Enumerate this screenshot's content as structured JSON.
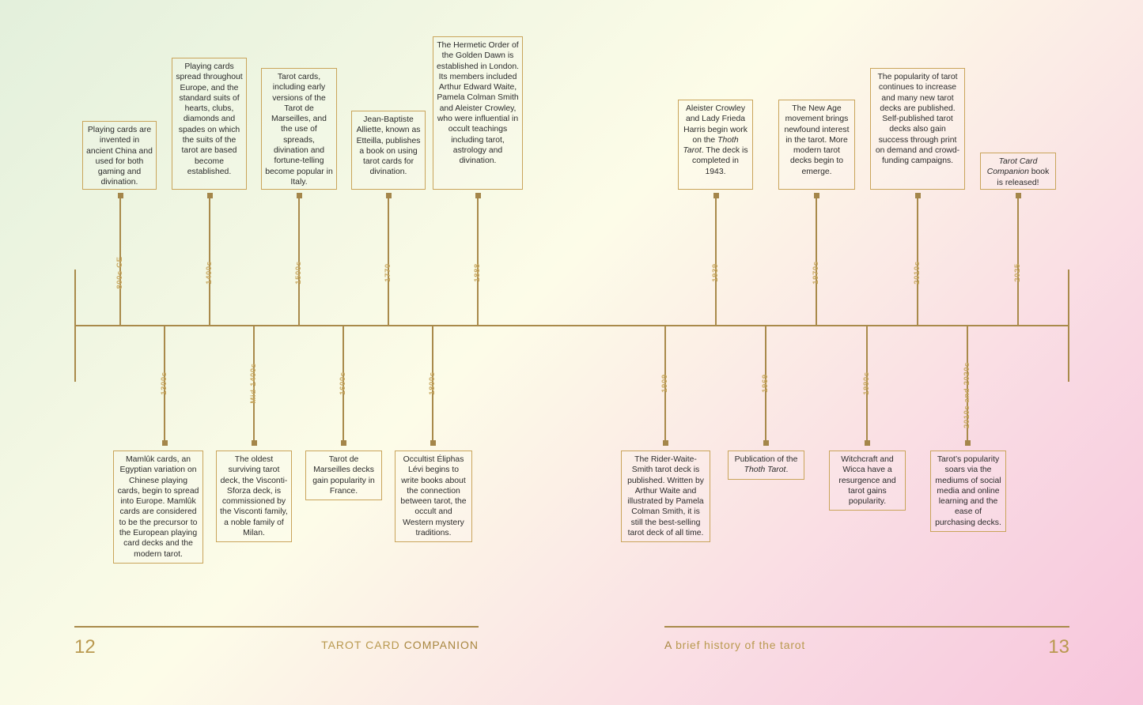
{
  "events_above": [
    {
      "date": "800s CE",
      "text": "Playing cards are invented in ancient China and used for both gaming and divination."
    },
    {
      "date": "1400s",
      "text": "Playing cards spread throughout Europe, and the standard suits of hearts, clubs, diamonds and spades on which the suits of the tarot are based become established."
    },
    {
      "date": "1500s",
      "text": "Tarot cards, including early versions of the Tarot de Marseilles, and the use of spreads, divination and fortune-telling become popular in Italy."
    },
    {
      "date": "1770",
      "text": "Jean-Baptiste Alliette, known as Etteilla, publishes a book on using tarot cards for divination."
    },
    {
      "date": "1888",
      "text": "The Hermetic Order of the Golden Dawn is established in London. Its members included Arthur Edward Waite, Pamela Colman Smith and Aleister Crowley, who were influential in occult teachings including tarot, astrology and divination."
    },
    {
      "date": "1939",
      "text_before": "Aleister Crowley and Lady Frieda Harris begin work on the ",
      "text_em": "Thoth Tarot",
      "text_after": ". The deck is completed in 1943."
    },
    {
      "date": "1970s",
      "text": "The New Age movement brings newfound interest in the tarot. More modern tarot decks begin to emerge."
    },
    {
      "date": "2010s",
      "text": "The popularity of tarot continues to increase and many new tarot decks are published. Self-published tarot decks also gain success through print on demand and crowd-funding campaigns."
    },
    {
      "date": "2025",
      "text_em": "Tarot Card Companion",
      "text_after": " book is released!"
    }
  ],
  "events_below": [
    {
      "date": "1300s",
      "text": "Mamlûk cards, an Egyptian variation on Chinese playing cards, begin to spread into Europe. Mamlûk cards are considered to be the precursor to the European playing card decks and the modern tarot."
    },
    {
      "date": "Mid-1400s",
      "text": "The oldest surviving tarot deck, the Visconti-Sforza deck, is commissioned by the Visconti family, a noble family of Milan."
    },
    {
      "date": "1600s",
      "text": "Tarot de Marseilles decks gain popularity in France."
    },
    {
      "date": "1800s",
      "text": "Occultist Éliphas Lévi begins to write books about the connection between tarot, the occult and Western mystery traditions."
    },
    {
      "date": "1909",
      "text": "The Rider-Waite-Smith tarot deck is published. Written by Arthur Waite and illustrated by Pamela Colman Smith, it is still the best-selling tarot deck of all time."
    },
    {
      "date": "1969",
      "text_before": "Publication of the ",
      "text_em": "Thoth Tarot",
      "text_after": "."
    },
    {
      "date": "1990s",
      "text": "Witchcraft and Wicca have a resurgence and tarot gains popularity."
    },
    {
      "date": "2010s and 2020s",
      "text": "Tarot’s popularity soars via the mediums of social media and online learning and the ease of purchasing decks."
    }
  ],
  "footer": {
    "left_page_number": "12",
    "left_title_light": "TAROT CARD",
    "left_title_bold": "COMPANION",
    "right_title_first": "A",
    "right_title_rest": "brief history of the tarot",
    "right_page_number": "13"
  },
  "colors": {
    "gold": "#c9a45a",
    "dark_gold": "#a98a4b",
    "text": "#2b2b2b"
  }
}
